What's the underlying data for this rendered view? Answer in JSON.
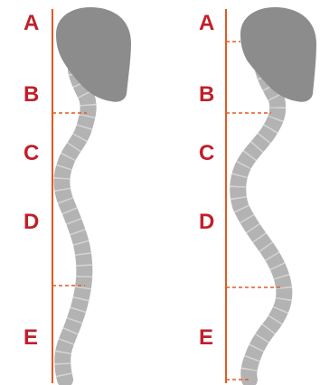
{
  "labels": [
    "A",
    "B",
    "C",
    "D",
    "E"
  ],
  "colors": {
    "label_red": "#c0202a",
    "reference_line_orange": "#e35a22",
    "spine_gray": "#b3b3b3",
    "spine_gray_edge": "#9a9a9a",
    "skull_gray": "#8c8c8c"
  },
  "panels": [
    {
      "id": "left-posture",
      "reference_ticks": [
        "B",
        "E-top"
      ]
    },
    {
      "id": "right-posture",
      "reference_ticks": [
        "A",
        "B",
        "E-top",
        "E-bottom"
      ]
    }
  ]
}
